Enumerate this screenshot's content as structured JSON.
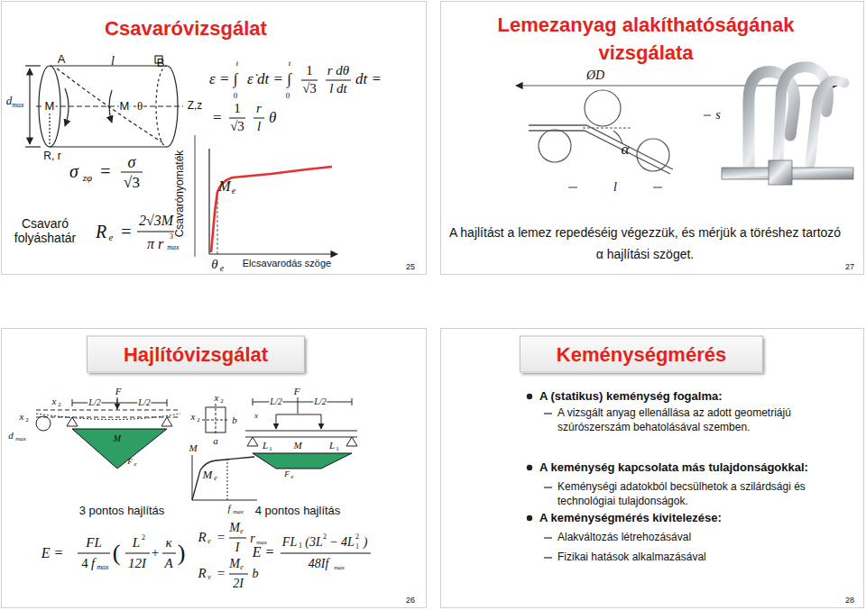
{
  "diagram": {
    "nodes": [
      {
        "text": [
          "Csavaróvizsgálat"
        ]
      },
      {
        "text": [
          "Lemezanyag alakíthatóságának vizsgálata"
        ]
      },
      {
        "text": [
          "Hajlítóvizsgálat"
        ]
      },
      {
        "text": [
          "Keménységmérés"
        ]
      }
    ],
    "labels": [
      "A",
      "l",
      "B",
      "d",
      "max",
      "M",
      "M",
      "θ",
      "Z,z",
      "R, r",
      "ε = ∫",
      "ε̇ dt = ∫",
      "t",
      "0",
      "t",
      "0",
      "1",
      "√3",
      "r dθ",
      "l dt",
      "dt =",
      "=",
      "1",
      "√3",
      "r",
      "l",
      "θ",
      "σ",
      "zφ",
      "=",
      "σ",
      "√3",
      "Csavaró folyáshatár",
      "R",
      "e",
      "=",
      "2√3M",
      "e",
      "π r",
      "max",
      "3",
      "Csavarónyomaték",
      "M",
      "e",
      "θ",
      "e",
      "Elcsavarodás szöge",
      "25",
      "ØD",
      "s",
      "α",
      "l",
      "A hajlítást a lemez repedéséig végezzük, és mérjük a töréshez tartozó α hajlítási szöget.",
      "27",
      "x",
      "2",
      "x",
      "2",
      "d",
      "max",
      "L/2",
      "F",
      "L/2",
      "M",
      "F",
      "e",
      "3 pontos hajlítás",
      "E =",
      "FL",
      "4",
      "f",
      "max",
      "(",
      "L",
      "2",
      "12I",
      "+",
      "κ",
      "A",
      ")",
      "x",
      "2",
      "x",
      "2",
      "b",
      "a",
      "M",
      "M",
      "e",
      "f",
      "max",
      "R",
      "e",
      "=",
      "M",
      "e",
      "I",
      "r",
      "max",
      "R",
      "v",
      "=",
      "M",
      "e",
      "2I",
      "b",
      "L/2",
      "F",
      "L/2",
      "x",
      "L",
      "1",
      "M",
      "L",
      "1",
      "F",
      "e",
      "4 pontos hajlítás",
      "E =",
      "FL",
      "1",
      "(3L",
      "2",
      "− 4L",
      "2",
      "1",
      ")",
      "48If",
      "max",
      "26",
      "A (statikus) keménység fogalma:",
      "A vizsgált anyag ellenállása az adott geometriájú szúrószerszám behatolásával szemben.",
      "A keménység kapcsolata más tulajdonságokkal:",
      "Keménységi adatokból becsülhetok a szilárdsági és technológiai tulajdonságok.",
      "A keménységmérés kivitelezése:",
      "Alakváltozás létrehozásával",
      "Fizikai hatások alkalmazásával",
      "28"
    ]
  }
}
